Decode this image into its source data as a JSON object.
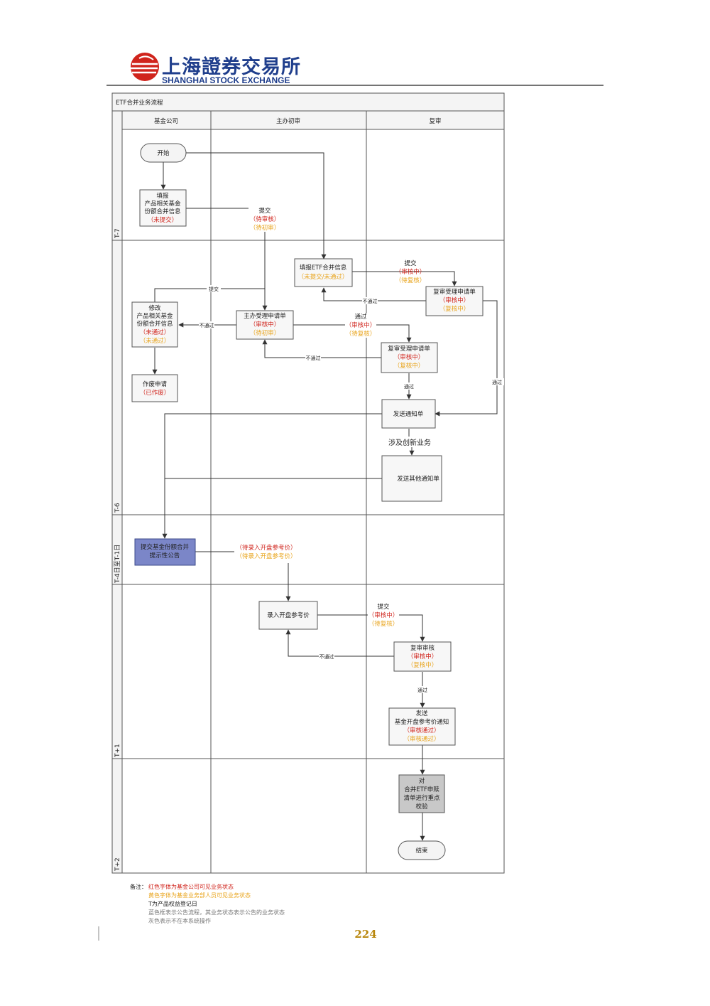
{
  "header": {
    "logo_cn": "上海證券交易所",
    "logo_en": "SHANGHAI  STOCK  EXCHANGE"
  },
  "diagram": {
    "title": "ETF合并业务流程",
    "columns": [
      "基金公司",
      "主办初审",
      "复审"
    ],
    "phases": [
      "T-7",
      "T-6",
      "T-4日至T-1日",
      "T+1",
      "T+2"
    ]
  },
  "nodes": {
    "start": "开始",
    "fill_report": {
      "l1": "填报",
      "l2": "产品相关基金",
      "l3": "份额合并信息",
      "s1": "（未提交）"
    },
    "submit1": {
      "label": "提交",
      "s1": "（待审核）",
      "s2": "（待初审）"
    },
    "fill_etf": {
      "l1": "填报ETF合并信息",
      "s1": "（未提交/未通过）"
    },
    "submit2": {
      "label": "提交",
      "s1": "（审核中）",
      "s2": "（待复核）"
    },
    "review_accept1": {
      "l1": "复审受理申请单",
      "s1": "（审核中）",
      "s2": "（复核中）"
    },
    "submit_mid": "提交",
    "modify": {
      "l1": "修改",
      "l2": "产品相关基金",
      "l3": "份额合并信息",
      "s1": "（未通过）",
      "s2": "（未通过）"
    },
    "main_accept": {
      "l1": "主办受理申请单",
      "s1": "（审核中）",
      "s2": "（待初审）"
    },
    "pass1": {
      "label": "通过",
      "s1": "（审核中）",
      "s2": "（待复核）"
    },
    "review_accept2": {
      "l1": "复审受理申请单",
      "s1": "（审核中）",
      "s2": "（复核中）"
    },
    "cancel": {
      "l1": "作废申请",
      "s1": "（已作废）"
    },
    "send_notice": "发送通知单",
    "innovation": "涉及创新业务",
    "send_other": "发送其他通知单",
    "announce": {
      "l1": "提交基金份额合并",
      "l2": "提示性公告"
    },
    "pending_price": {
      "s1": "（待录入开盘参考价）",
      "s2": "（待录入开盘参考价）"
    },
    "enter_price": "录入开盘参考价",
    "submit3": {
      "label": "提交",
      "s1": "（审核中）",
      "s2": "（待复核）"
    },
    "review_audit": {
      "l1": "复审审核",
      "s1": "（审核中）",
      "s2": "（复核中）"
    },
    "send_price": {
      "l1": "发送",
      "l2": "基金开盘参考价通知",
      "s1": "（审核通过）",
      "s2": "（审核通过）"
    },
    "verify": {
      "l1": "对",
      "l2": "合并ETF申赎",
      "l3": "清单进行重点",
      "l4": "校验"
    },
    "end": "结束",
    "not_pass": "不通过",
    "pass": "通过"
  },
  "footnote": {
    "label": "备注：",
    "lines": [
      "红色字体为基金公司可见业务状态",
      "黄色字体为基金业务部人员可见业务状态",
      "T为产品权益登记日",
      "蓝色框表示公告流程，其业务状态表示公告的业务状态",
      "灰色表示不在本系统操作"
    ]
  },
  "page_number": "224",
  "colors": {
    "red_status": "#d0241c",
    "orange_status": "#e8a319",
    "announce_box": "#7b86c8",
    "gray_box": "#c8c8c8",
    "logo_red": "#d0241c",
    "logo_blue": "#1f3e8c"
  }
}
